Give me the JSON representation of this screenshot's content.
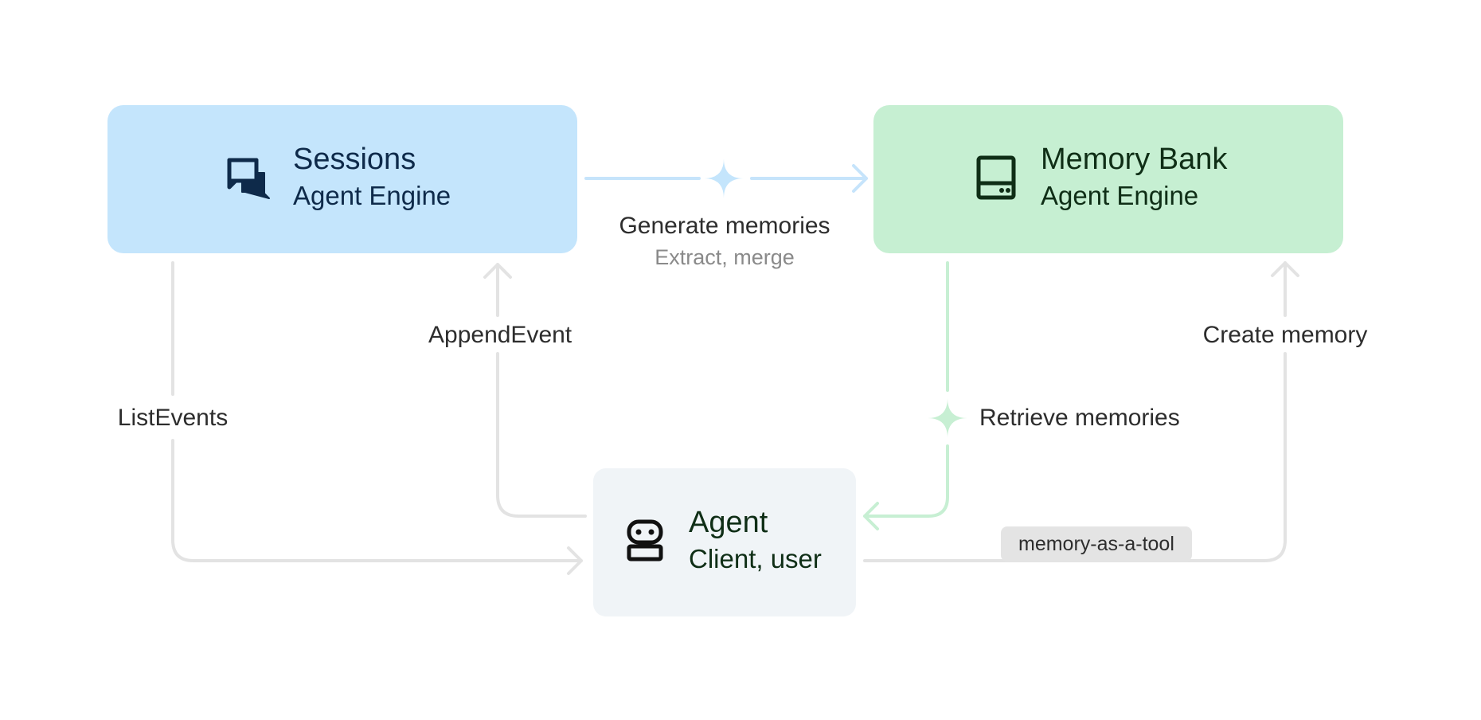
{
  "colors": {
    "sessions_fill": "#c4e5fc",
    "sessions_text": "#0e2a4a",
    "memory_fill": "#c6efd2",
    "memory_text": "#0f2e16",
    "agent_fill": "#f0f4f7",
    "agent_text": "#0f2e16",
    "edge_gray": "#e3e3e3",
    "edge_blue": "#c6e4fb",
    "edge_green": "#c7efd3",
    "sparkle_blue": "#c4e5fc",
    "sparkle_green": "#c7efd3"
  },
  "nodes": {
    "sessions": {
      "title": "Sessions",
      "subtitle": "Agent Engine",
      "icon": "chat-bubbles-icon"
    },
    "memory_bank": {
      "title": "Memory Bank",
      "subtitle": "Agent Engine",
      "icon": "storage-drive-icon"
    },
    "agent": {
      "title": "Agent",
      "subtitle": "Client, user",
      "icon": "robot-icon"
    }
  },
  "edges": {
    "generate": {
      "label": "Generate memories",
      "sublabel": "Extract, merge",
      "icon": "sparkle-icon"
    },
    "append_event": {
      "label": "AppendEvent"
    },
    "list_events": {
      "label": "ListEvents"
    },
    "retrieve": {
      "label": "Retrieve memories",
      "icon": "sparkle-icon"
    },
    "create_memory": {
      "label": "Create memory",
      "tag": "memory-as-a-tool"
    }
  }
}
